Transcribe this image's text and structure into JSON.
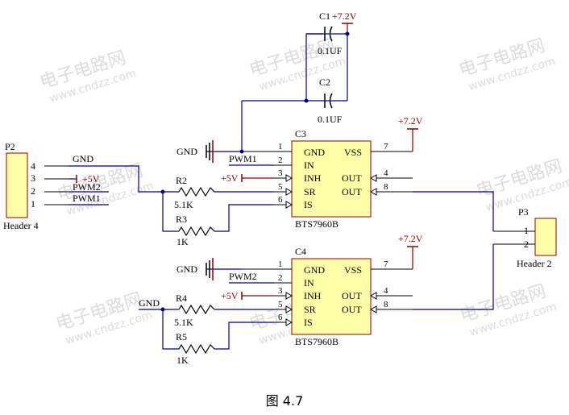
{
  "caption": "图 4.7",
  "watermark": {
    "cn": "电子电路网",
    "url": "www.cndzz.com"
  },
  "colors": {
    "wire": "#00008b",
    "pin": "#8b0000",
    "ic_fill": "#ffffaa",
    "header_fill": "#ffffaa",
    "watermark": "#dcdcdc"
  },
  "p2": {
    "ref": "P2",
    "name": "Header 4",
    "pins": [
      "4",
      "3",
      "2",
      "1"
    ],
    "nets": [
      "GND",
      "+5V",
      "PWM2",
      "PWM1"
    ]
  },
  "p3": {
    "ref": "P3",
    "name": "Header 2",
    "pins": [
      "1",
      "2"
    ]
  },
  "caps": {
    "c1": {
      "ref": "C1",
      "value": "0.1UF"
    },
    "c2": {
      "ref": "C2",
      "value": "0.1UF"
    },
    "supply": "+7.2V"
  },
  "ic": {
    "part": "BTS7960B",
    "pin_names_left": [
      "GND",
      "IN",
      "INH",
      "SR",
      "IS"
    ],
    "pin_names_right": [
      "VSS",
      "OUT",
      "OUT"
    ],
    "pin_nums_left": [
      "1",
      "2",
      "3",
      "5",
      "6"
    ],
    "pin_nums_right": [
      "7",
      "4",
      "8"
    ]
  },
  "c3": {
    "ref": "C3",
    "in_net": "PWM1",
    "supply": "+7.2V",
    "gnd": "GND",
    "inh_net": "+5V"
  },
  "c4": {
    "ref": "C4",
    "in_net": "PWM2",
    "supply": "+7.2V",
    "gnd": "GND",
    "inh_net": "+5V",
    "left_gnd": "GND"
  },
  "resistors": {
    "r2": {
      "ref": "R2",
      "value": "5.1K"
    },
    "r3": {
      "ref": "R3",
      "value": "1K"
    },
    "r4": {
      "ref": "R4",
      "value": "5.1K"
    },
    "r5": {
      "ref": "R5",
      "value": "1K"
    }
  }
}
